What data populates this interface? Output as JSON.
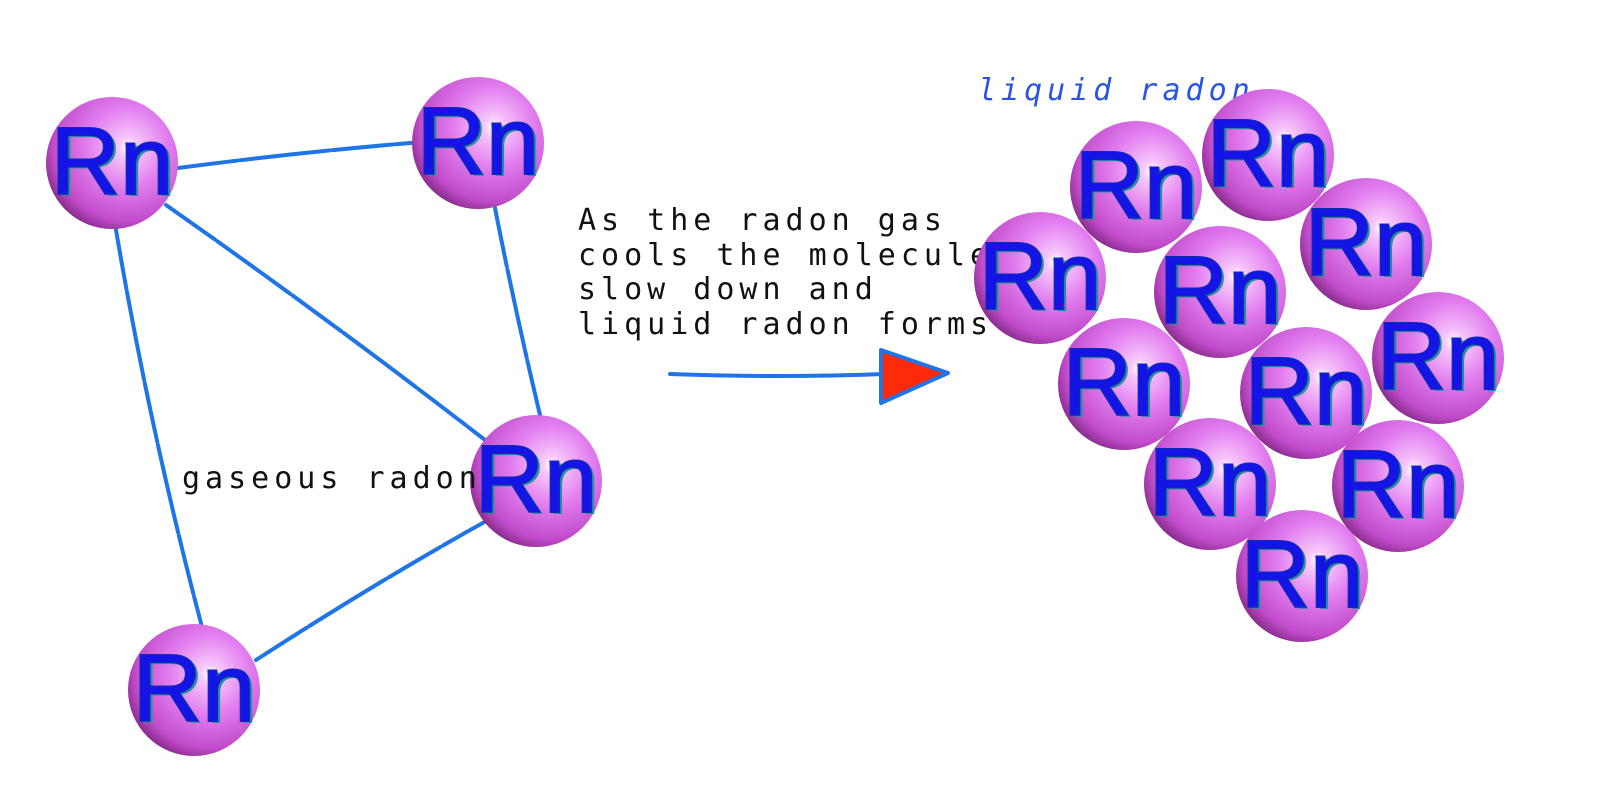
{
  "diagram": {
    "element_symbol": "Rn",
    "gas_label": "gaseous radon",
    "liquid_label": "liquid radon",
    "caption_lines": [
      "As the radon gas",
      "cools the molecules",
      "slow down and",
      "liquid radon forms"
    ],
    "gas_atom_count": 4,
    "liquid_atom_count": 11,
    "colors": {
      "atom_fill": "#e27ef0",
      "atom_shade": "#8a2a8e",
      "symbol_text": "#1414e6",
      "bond_line": "#1f74e8",
      "arrow_head": "#ff2a0a",
      "liquid_label": "#2a55e0"
    }
  }
}
